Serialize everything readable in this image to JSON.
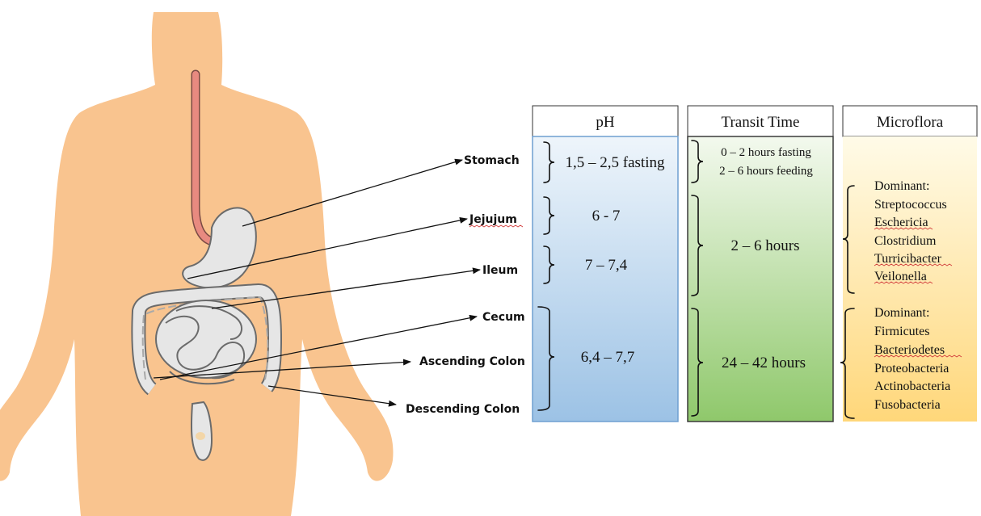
{
  "columns": {
    "ph": "pH",
    "transit": "Transit Time",
    "microflora": "Microflora"
  },
  "organs": {
    "stomach": "Stomach",
    "jejujum": "Jejujum",
    "ileum": "Ileum",
    "cecum": "Cecum",
    "ascending": "Ascending Colon",
    "descending": "Descending Colon"
  },
  "ph_values": {
    "stomach": "1,5 – 2,5 fasting",
    "jejujum": "6 - 7",
    "ileum": "7 – 7,4",
    "colon": "6,4 – 7,7"
  },
  "transit_values": {
    "stomach_line1": "0 – 2 hours fasting",
    "stomach_line2": "2 – 6 hours feeding",
    "small_intestine": "2 – 6 hours",
    "colon": "24 – 42 hours"
  },
  "microflora_small": {
    "heading": "Dominant:",
    "items": [
      "Streptococcus",
      "Eschericia",
      "Clostridium",
      "Turricibacter",
      "Veilonella"
    ]
  },
  "microflora_large": {
    "heading": "Dominant:",
    "items": [
      "Firmicutes",
      "Bacteriodetes",
      "Proteobacteria",
      "Actinobacteria",
      "Fusobacteria"
    ]
  },
  "colors": {
    "skin": "#f9c48f",
    "esophagus": "#e88a80",
    "organ": "#e6e6e6",
    "ph_top": "#eef5fb",
    "ph_bottom": "#9cc2e5",
    "transit_top": "#f3f9ee",
    "transit_bottom": "#8fc86b",
    "micro_top": "#fffbe8",
    "micro_bottom": "#ffd77a"
  }
}
